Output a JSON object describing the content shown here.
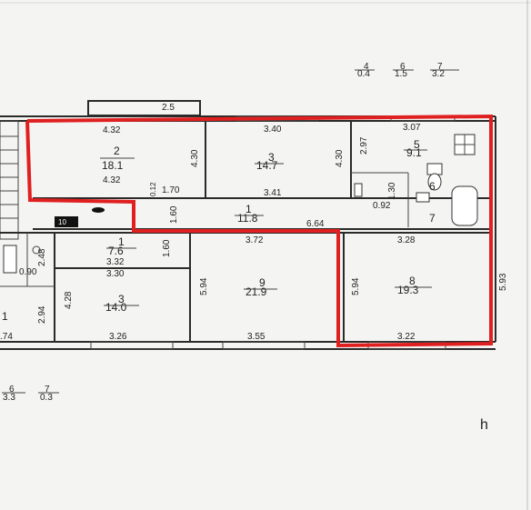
{
  "colors": {
    "paper": "#f4f4f2",
    "ink": "#2a2a2a",
    "highlight": "#e02020"
  },
  "header_legend": {
    "cols": [
      "4",
      "6",
      "7"
    ],
    "vals": [
      "0.4",
      "1.5",
      "3.2"
    ]
  },
  "footer_legend": {
    "cols": [
      "6",
      "7"
    ],
    "vals": [
      "3.3",
      "0.3"
    ]
  },
  "corner_mark": "h",
  "rooms": [
    {
      "id": "r2",
      "num": "2",
      "area": "18.1"
    },
    {
      "id": "r3",
      "num": "3",
      "area": "14.7"
    },
    {
      "id": "r5",
      "num": "5",
      "area": "9.1"
    },
    {
      "id": "r6",
      "num": "6",
      "area": ""
    },
    {
      "id": "r7",
      "num": "7",
      "area": ""
    },
    {
      "id": "r1",
      "num": "1",
      "area": "11.8"
    },
    {
      "id": "r8",
      "num": "8",
      "area": "19.3"
    },
    {
      "id": "r9",
      "num": "9",
      "area": "21.9"
    },
    {
      "id": "l1",
      "num": "1",
      "area": "7.6"
    },
    {
      "id": "l3",
      "num": "3",
      "area": "14.0"
    },
    {
      "id": "left_edge",
      "num": "1",
      "area": ""
    },
    {
      "id": "stamp",
      "num": "",
      "area": "10"
    }
  ],
  "dimensions": {
    "d_2_5": "2.5",
    "d_4_32_top": "4.32",
    "d_4_32_mid": "4.32",
    "d_4_30_a": "4.30",
    "d_3_40": "3.40",
    "d_4_30_b": "4.30",
    "d_3_07": "3.07",
    "d_2_97": "2.97",
    "d_0_12": "0.12",
    "d_1_70": "1.70",
    "d_3_41": "3.41",
    "d_1_30": "1.30",
    "d_0_92": "0.92",
    "d_1_60_a": "1.60",
    "d_6_64": "6.64",
    "d_3_72": "3.72",
    "d_3_28": "3.28",
    "d_2_48": "2.48",
    "d_0_90": "0.90",
    "d_3_32": "3.32",
    "d_1_60_b": "1.60",
    "d_3_30": "3.30",
    "d_4_28": "4.28",
    "d_2_94": "2.94",
    "d_5_94_a": "5.94",
    "d_5_94_b": "5.94",
    "d_5_93": "5.93",
    "d_3_26": "3.26",
    "d_3_55": "3.55",
    "d_3_22": "3.22",
    "d_74": ".74"
  }
}
